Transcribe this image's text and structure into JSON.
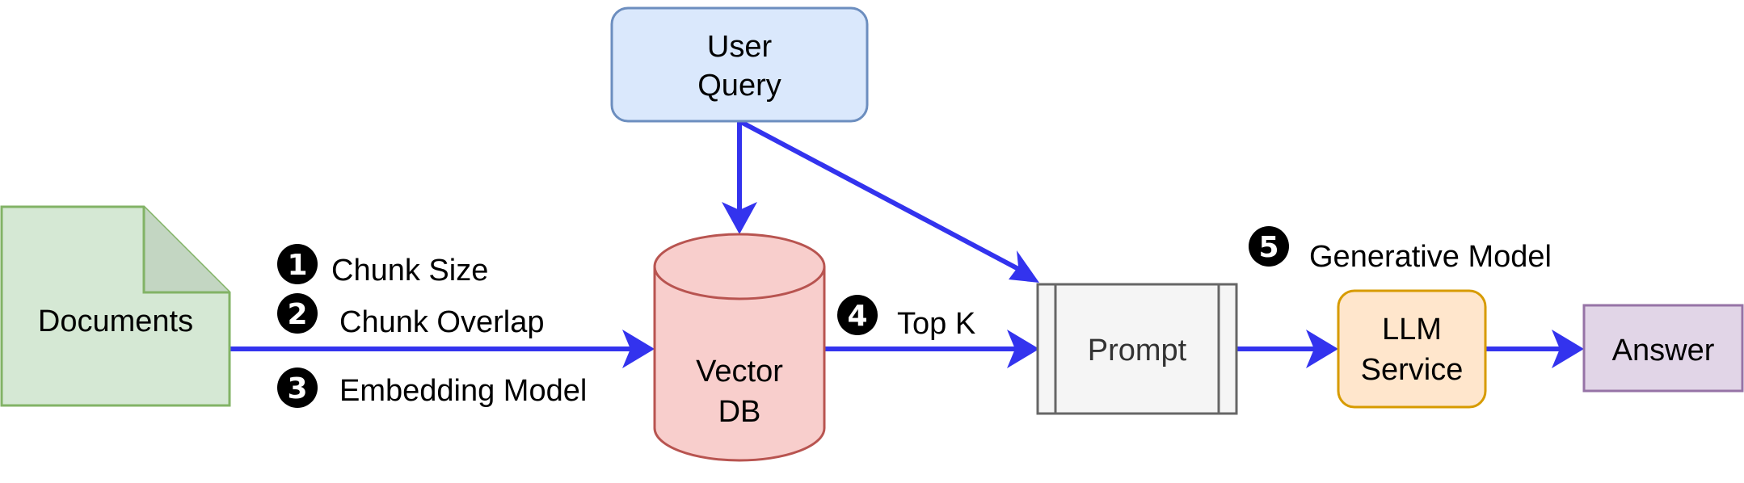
{
  "nodes": {
    "user_query": {
      "lines": [
        "User",
        "Query"
      ]
    },
    "documents": {
      "lines": [
        "Documents"
      ]
    },
    "vector_db": {
      "lines": [
        "Vector",
        "DB"
      ]
    },
    "prompt": {
      "lines": [
        "Prompt"
      ]
    },
    "llm_service": {
      "lines": [
        "LLM",
        "Service"
      ]
    },
    "answer": {
      "lines": [
        "Answer"
      ]
    }
  },
  "steps": [
    {
      "number": "1",
      "label": "Chunk Size"
    },
    {
      "number": "2",
      "label": "Chunk Overlap"
    },
    {
      "number": "3",
      "label": "Embedding Model"
    },
    {
      "number": "4",
      "label": "Top K"
    },
    {
      "number": "5",
      "label": "Generative Model"
    }
  ],
  "colors": {
    "arrow": "#3333ee",
    "documents_fill": "#d5e8d4",
    "documents_stroke": "#82b366",
    "query_fill": "#dae8fc",
    "query_stroke": "#6c8ebf",
    "db_fill": "#f8cecc",
    "db_stroke": "#b85450",
    "prompt_fill": "#f5f5f5",
    "prompt_stroke": "#666666",
    "llm_fill": "#ffe6cc",
    "llm_stroke": "#d79b00",
    "answer_fill": "#e1d5e7",
    "answer_stroke": "#9673a6"
  }
}
